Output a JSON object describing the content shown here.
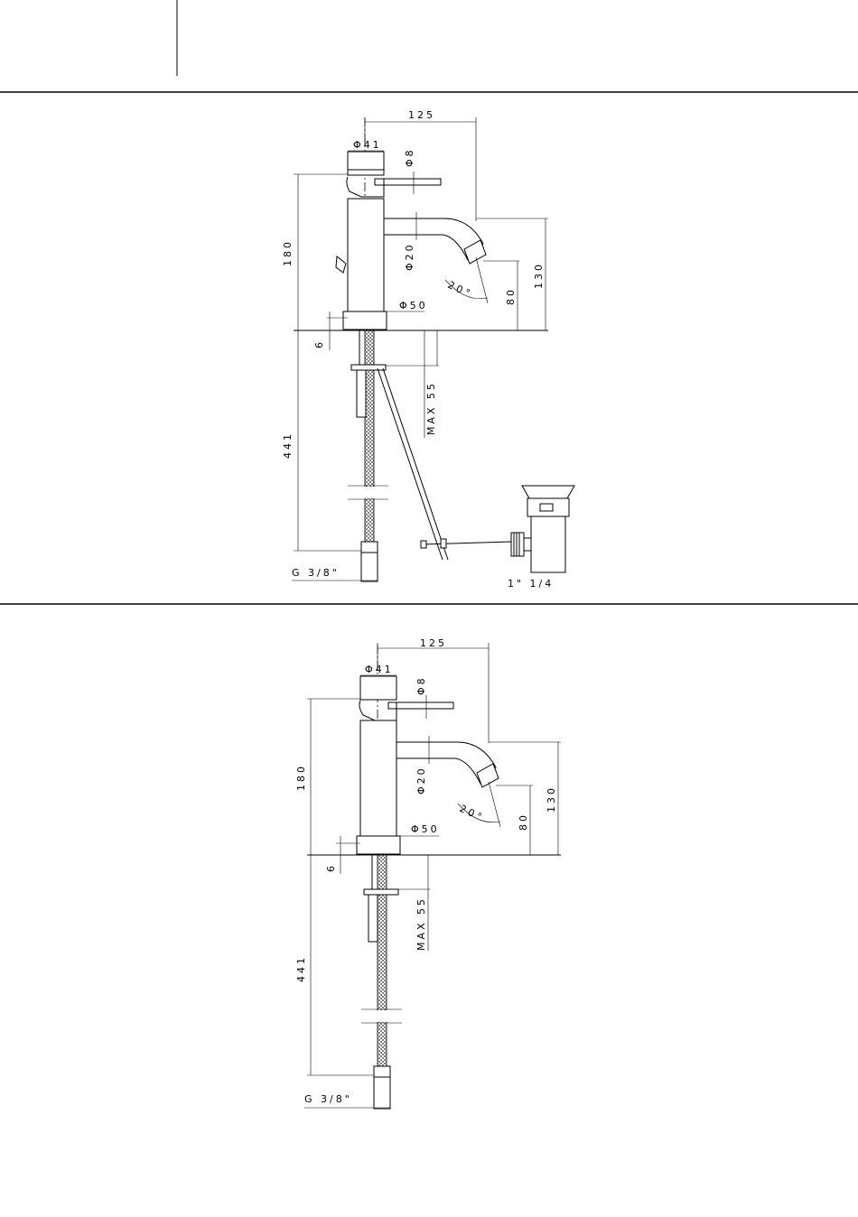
{
  "drawing_top": {
    "dims": {
      "width": "125",
      "body_dia": "Φ41",
      "lever_dia": "Φ8",
      "spout_dia": "Φ20",
      "base_dia": "Φ50",
      "height": "180",
      "spout_height": "130",
      "outlet_height": "80",
      "angle": "20°",
      "base_thickness": "6",
      "max_deck": "MAX 55",
      "hose_length": "441",
      "connection": "G 3/8\"",
      "waste": "1\" 1/4"
    }
  },
  "drawing_bottom": {
    "dims": {
      "width": "125",
      "body_dia": "Φ41",
      "lever_dia": "Φ8",
      "spout_dia": "Φ20",
      "base_dia": "Φ50",
      "height": "180",
      "spout_height": "130",
      "outlet_height": "80",
      "angle": "20°",
      "base_thickness": "6",
      "max_deck": "MAX 55",
      "hose_length": "441",
      "connection": "G 3/8\""
    }
  }
}
